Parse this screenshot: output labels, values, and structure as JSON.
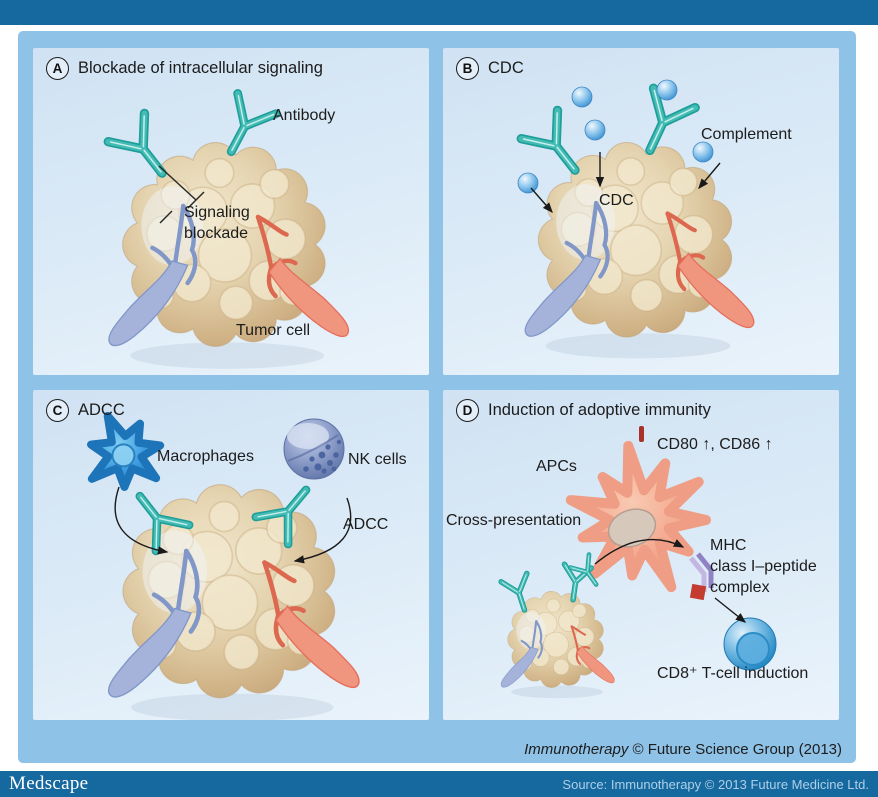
{
  "panels": {
    "a": {
      "letter": "A",
      "title": "Blockade of intracellular signaling",
      "labels": {
        "antibody": "Antibody",
        "signaling_blockade": "Signaling\nblockade",
        "tumor_cell": "Tumor cell"
      }
    },
    "b": {
      "letter": "B",
      "title": "CDC",
      "labels": {
        "complement": "Complement",
        "cdc": "CDC"
      }
    },
    "c": {
      "letter": "C",
      "title": "ADCC",
      "labels": {
        "macrophages": "Macrophages",
        "nk_cells": "NK cells",
        "adcc": "ADCC"
      }
    },
    "d": {
      "letter": "D",
      "title": "Induction of adoptive immunity",
      "labels": {
        "cd80_cd86": "CD80 ↑, CD86 ↑",
        "apcs": "APCs",
        "cross_presentation": "Cross-presentation",
        "mhc_complex": "MHC\nclass I–peptide\ncomplex",
        "cd8_induction": "CD8⁺ T-cell induction"
      }
    }
  },
  "footer": {
    "journal": "Immunotherapy",
    "credit_rest": " © Future Science Group (2013)"
  },
  "bottom_bar": {
    "brand": "Medscape",
    "source": "Source: Immunotherapy © 2013 Future Medicine Ltd."
  },
  "colors": {
    "top_bar": "#16699e",
    "background": "#8fc2e7",
    "panel": "#dce9f7",
    "antibody_teal": "#2fa8a2",
    "tumor_tan": "#dfcaa4",
    "vessel_blue": "#8097c8",
    "vessel_red": "#dd6850",
    "complement_blue": "#4f9fd9",
    "macrophage_blue": "#2b8fd0",
    "nk_cell_blue": "#8b9cc8",
    "apc_pink": "#f3a98f",
    "t_cell_blue": "#2f93cc",
    "mhc_purple": "#9182c6",
    "peptide_red": "#c43b30",
    "text": "#1c1c1c",
    "source_text": "#aecfe8"
  }
}
